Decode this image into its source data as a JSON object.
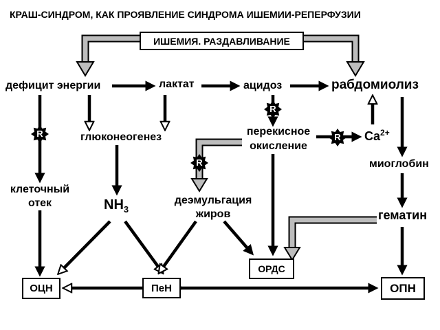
{
  "title": "КРАШ-СИНДРОМ, КАК ПРОЯВЛЕНИЕ СИНДРОМА ИШЕМИИ-РЕПЕРФУЗИИ",
  "nodes": {
    "ischemia": "ИШЕМИЯ. РАЗДАВЛИВАНИЕ",
    "energy_deficit": "дефицит энергии",
    "lactate": "лактат",
    "acidosis": "ацидоз",
    "rhabdomyolysis": "рабдомиолиз",
    "gluconeogenesis": "глюконеогенез",
    "peroxidation_line1": "перекисное",
    "peroxidation_line2": "окисление",
    "calcium": "Ca",
    "calcium_charge": "2+",
    "cell_edema_line1": "клеточный",
    "cell_edema_line2": "отек",
    "ammonia": "NH",
    "ammonia_sub": "3",
    "demulsification_line1": "деэмульгация",
    "demulsification_line2": "жиров",
    "myoglobin": "миоглобин",
    "hematin": "гематин",
    "ards": "ОРДС",
    "ocn": "ОЦН",
    "pen": "ПеН",
    "opn": "ОПН"
  },
  "badge_letter": "R"
}
